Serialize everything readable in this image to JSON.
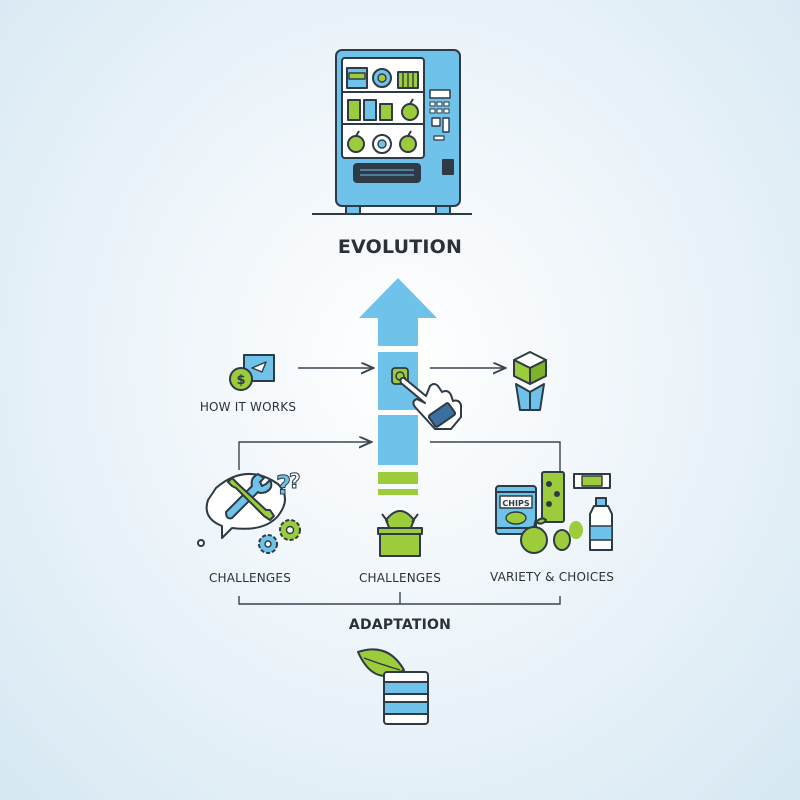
{
  "title": "EVOLUTION",
  "labels": {
    "how_it_works": "HOW IT WORKS",
    "challenges_left": "CHALLENGES",
    "challenges_center": "CHALLENGES",
    "variety": "VARIETY & CHOICES",
    "adaptation": "ADAPTATION"
  },
  "chips_text": "CHIPS",
  "colors": {
    "blue": "#6fc3ea",
    "green": "#9ccb3b",
    "outline": "#2e3a46",
    "arrow": "#3a4550"
  },
  "icons": [
    "vending-machine-icon",
    "dollar-coin-icon",
    "cube-icon",
    "pointing-hand-icon",
    "wrench-icon",
    "gear-icon",
    "question-mark-icon",
    "bowl-icon",
    "chips-bag-icon",
    "apple-icon",
    "water-bottle-icon",
    "leaf-icon",
    "snack-pack-icon"
  ]
}
